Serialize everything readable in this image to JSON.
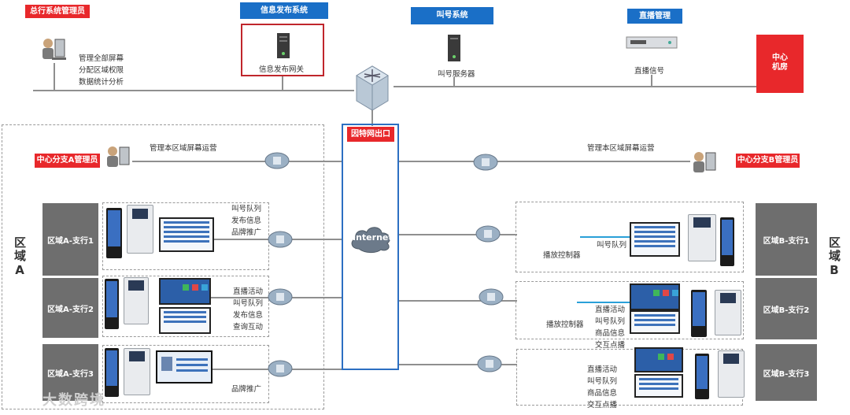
{
  "top": {
    "admin_label": "总行系统管理员",
    "admin_tasks": [
      "管理全部屏幕",
      "分配区域权限",
      "数据统计分析"
    ],
    "info_system_label": "信息发布系统",
    "info_gateway_label": "信息发布网关",
    "queue_system_label": "叫号系统",
    "queue_server_label": "叫号服务器",
    "live_mgmt_label": "直播管理",
    "live_signal_label": "直播信号",
    "center_room_label": [
      "中心",
      "机房"
    ]
  },
  "middle": {
    "egress_label": "因特网出口",
    "internet_label": "Internet",
    "branch_a_admin": "中心分支A管理员",
    "branch_b_admin": "中心分支B管理员",
    "manage_a_text": "管理本区域屏幕运营",
    "manage_b_text": "管理本区域屏幕运营"
  },
  "region_a": {
    "side_label": "区域A",
    "branches": [
      {
        "label": "区域A-支行1",
        "functions": [
          "叫号队列",
          "发布信息",
          "品牌推广"
        ]
      },
      {
        "label": "区域A-支行2",
        "functions": [
          "直播活动",
          "叫号队列",
          "发布信息",
          "查询互动"
        ]
      },
      {
        "label": "区域A-支行3",
        "functions": [
          "品牌推广"
        ]
      }
    ]
  },
  "region_b": {
    "side_label": "区域B",
    "branches": [
      {
        "label": "区域B-支行1",
        "controller": "播放控制器",
        "functions": [
          "叫号队列"
        ]
      },
      {
        "label": "区域B-支行2",
        "controller": "播放控制器",
        "functions": [
          "直播活动",
          "叫号队列",
          "商品信息",
          "交互点播"
        ]
      },
      {
        "label": "区域B-支行3",
        "controller": "",
        "functions": [
          "直播活动",
          "叫号队列",
          "商品信息",
          "交互点播"
        ]
      }
    ]
  },
  "watermark": "大数跨境",
  "colors": {
    "red": "#e8282b",
    "blue": "#1a6fc7",
    "gray": "#6e6e6e",
    "line": "#8f8f8f"
  }
}
